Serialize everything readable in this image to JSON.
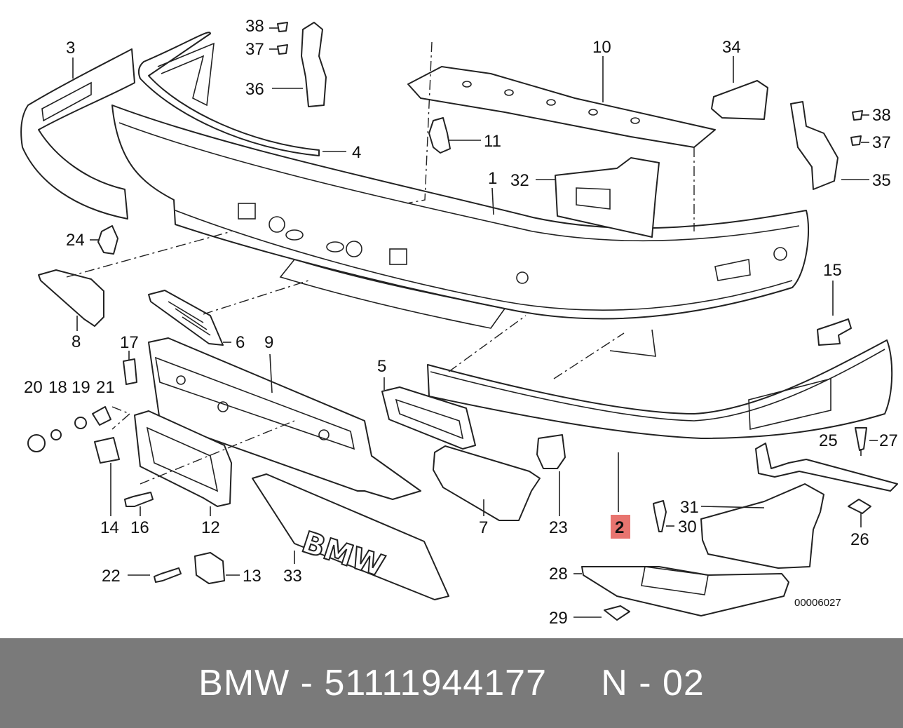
{
  "diagram": {
    "labels": {
      "l1": "1",
      "l2": "2",
      "l3": "3",
      "l4": "4",
      "l5": "5",
      "l6": "6",
      "l7": "7",
      "l8": "8",
      "l9": "9",
      "l10": "10",
      "l11": "11",
      "l12": "12",
      "l13": "13",
      "l14": "14",
      "l15": "15",
      "l16": "16",
      "l17": "17",
      "l18": "18",
      "l19": "19",
      "l20": "20",
      "l21": "21",
      "l22": "22",
      "l23": "23",
      "l24": "24",
      "l25": "25",
      "l26": "26",
      "l27": "27",
      "l28": "28",
      "l29": "29",
      "l30": "30",
      "l31": "31",
      "l32": "32",
      "l33": "33",
      "l34": "34",
      "l35": "35",
      "l36": "36",
      "l37a": "37",
      "l37b": "37",
      "l38a": "38",
      "l38b": "38"
    },
    "highlight_label": "2",
    "highlight_color": "#e8746f",
    "reference_number": "00006027",
    "logo_text": "BMW"
  },
  "footer": {
    "text": "BMW - 51111944177     N - 02",
    "background": "#7a7a7a"
  }
}
